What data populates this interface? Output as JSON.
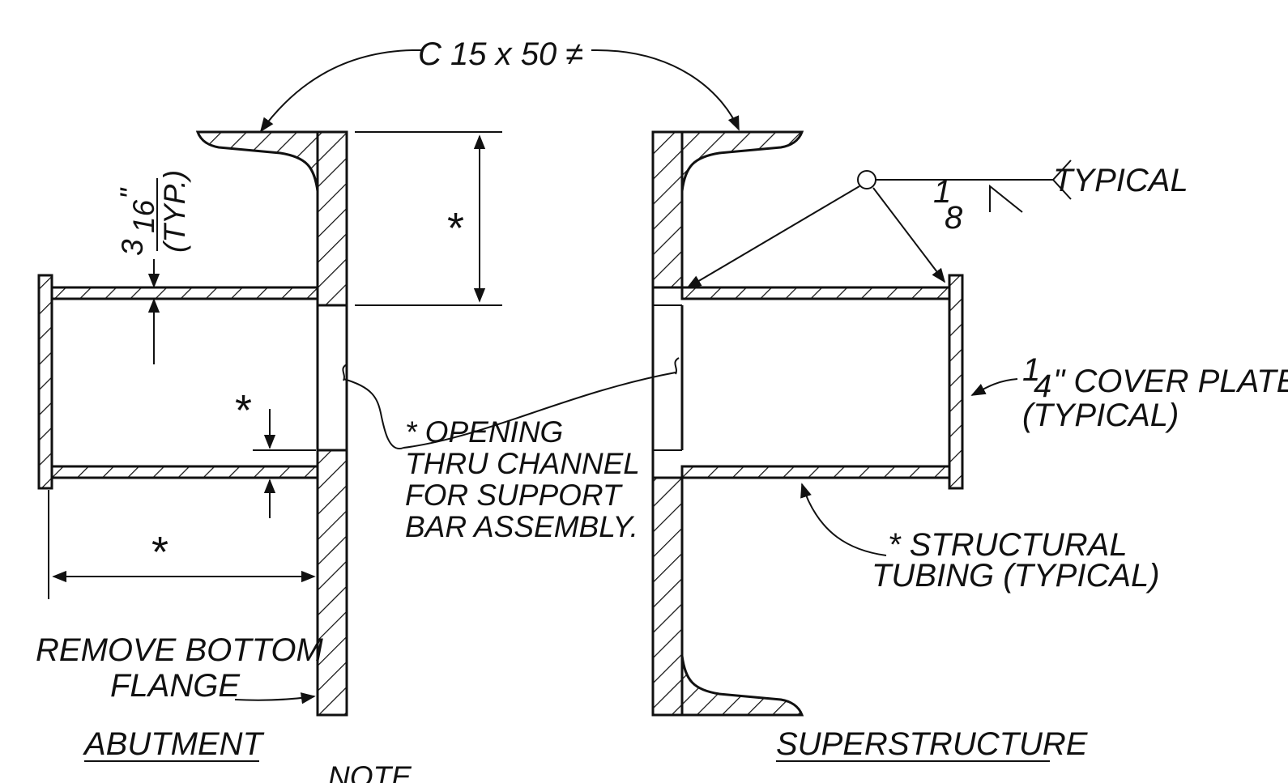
{
  "callouts": {
    "member": "C 15 x 50 ≠",
    "plate_thickness_num": "3",
    "plate_thickness_den": "16",
    "plate_thickness_in": "\"",
    "plate_typ": "(TYP.)",
    "weld_size_num": "1",
    "weld_size_den": "8",
    "weld_typical": "TYPICAL",
    "dim_marker": "*",
    "opening_note": [
      "* OPENING",
      "THRU CHANNEL",
      "FOR SUPPORT",
      "BAR ASSEMBLY."
    ],
    "cover_plate_num": "1",
    "cover_plate_den": "4",
    "cover_plate": "\" COVER PLATE",
    "cover_plate_typ": "(TYPICAL)",
    "tubing_note": [
      "* STRUCTURAL",
      "TUBING (TYPICAL)"
    ],
    "remove_flange": [
      "REMOVE BOTTOM",
      "FLANGE"
    ]
  },
  "views": {
    "left": "ABUTMENT",
    "right": "SUPERSTRUCTURE"
  },
  "note_partial": "NOTE"
}
